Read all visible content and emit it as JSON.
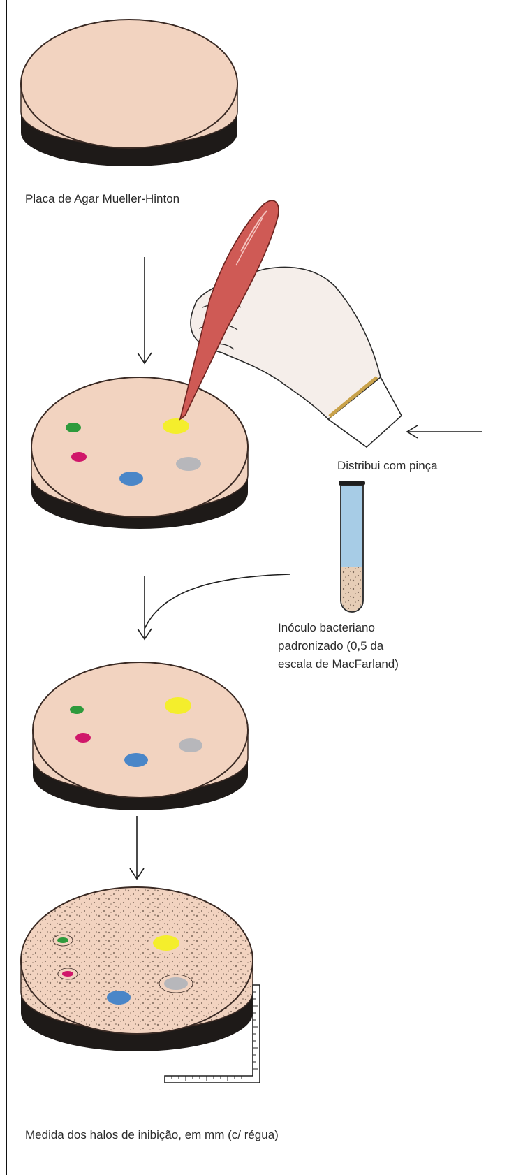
{
  "labels": {
    "plate": "Placa de Agar Mueller-Hinton",
    "tweezers": "Distribui com pinça",
    "inoculum_line1": "Inóculo bacteriano",
    "inoculum_line2": "padronizado (0,5 da",
    "inoculum_line3": "escala de MacFarland)",
    "measure": "Medida dos halos de inibição, em mm (c/ régua)"
  },
  "colors": {
    "agar": "#f2d3c0",
    "agar_outline": "#3a2a24",
    "plate_base": "#1e1a18",
    "tweezers": "#cf5a55",
    "hand": "#f5eeea",
    "tube_liquid": "#a7cce6",
    "tube_sediment": "#e6cdb6",
    "disc_green": "#2e9a3c",
    "disc_magenta": "#d0176a",
    "disc_blue": "#4a86c8",
    "disc_gray": "#b7b7bb",
    "disc_yellow": "#f4ee2c",
    "arrow": "#1e1e1e"
  },
  "icons": {
    "plate": "petri-dish-icon",
    "hand": "hand-with-tweezers-icon",
    "tube": "test-tube-icon",
    "ruler": "ruler-icon"
  }
}
